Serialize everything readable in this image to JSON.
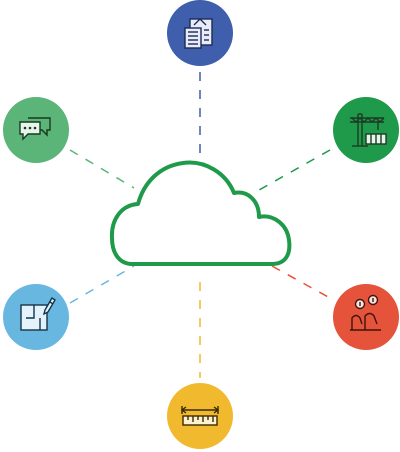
{
  "diagram": {
    "center": {
      "icon": "cloud-icon",
      "color": "#1f9a4a"
    },
    "nodes": [
      {
        "id": "top",
        "icon": "building-document-icon",
        "color": "#3f5eab"
      },
      {
        "id": "upper-right",
        "icon": "construction-crane-icon",
        "color": "#1f9a4a"
      },
      {
        "id": "lower-right",
        "icon": "hands-with-coins-icon",
        "color": "#e4533a"
      },
      {
        "id": "bottom",
        "icon": "ruler-measurement-icon",
        "color": "#f1b92d"
      },
      {
        "id": "lower-left",
        "icon": "blueprint-pencil-icon",
        "color": "#67b7e1"
      },
      {
        "id": "upper-left",
        "icon": "chat-bubbles-icon",
        "color": "#5bb478"
      }
    ]
  }
}
